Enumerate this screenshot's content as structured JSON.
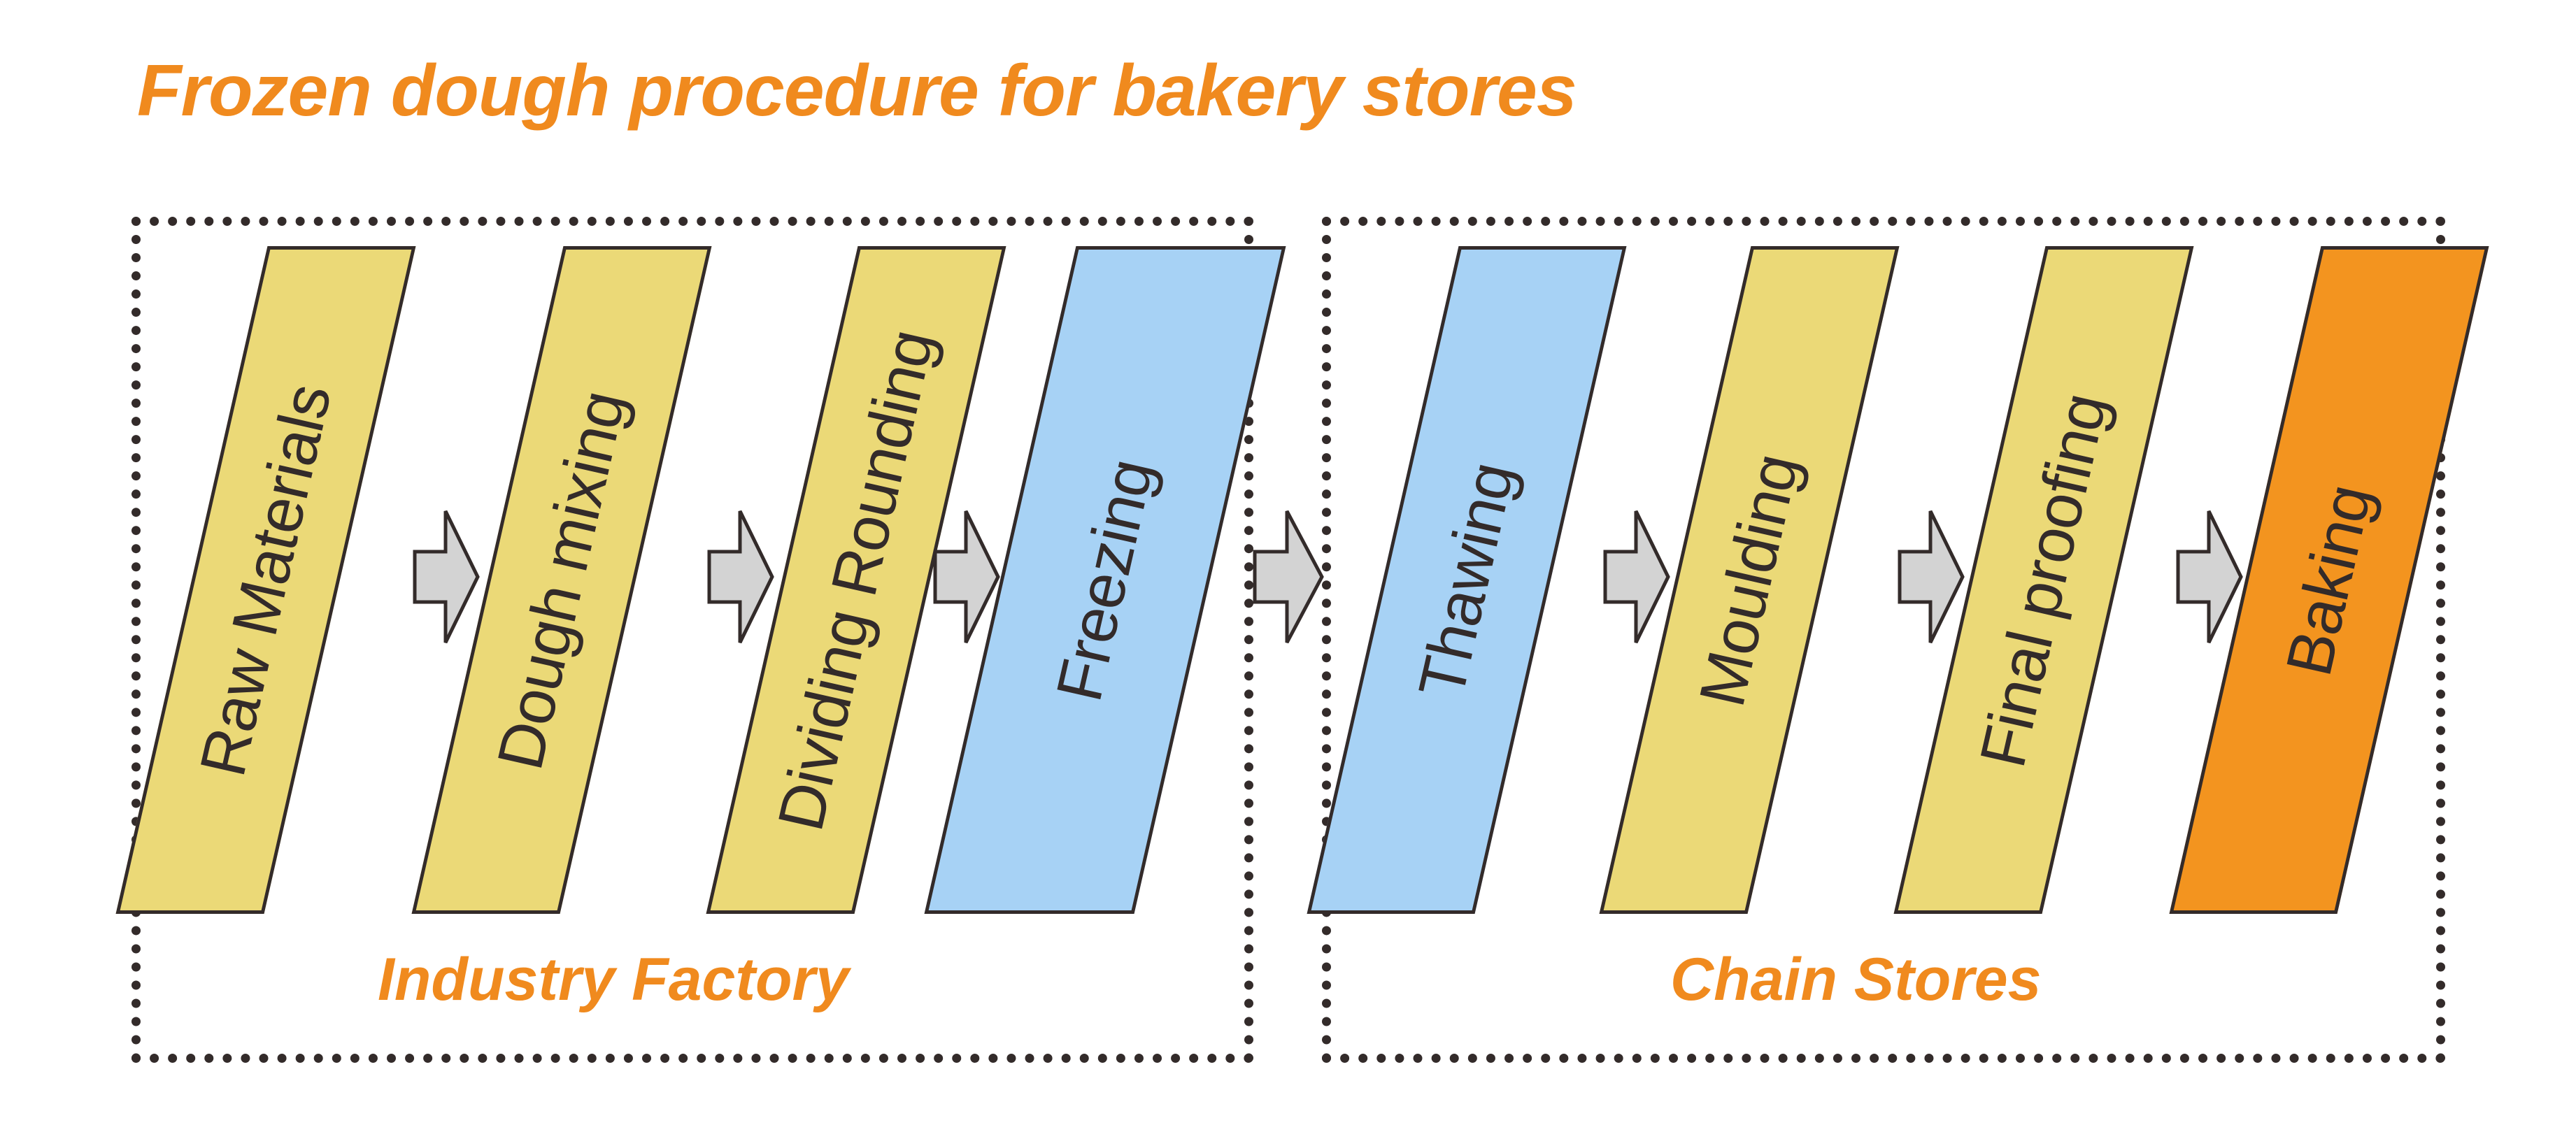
{
  "title": "Frozen dough procedure for bakery stores",
  "colors": {
    "accent_orange": "#F08A1E",
    "step_yellow": "#EBD977",
    "step_blue": "#A7D2F5",
    "step_orange": "#F3941F",
    "outline": "#332B2A",
    "arrow_gray": "#D3D3D3",
    "background": "#FFFFFF"
  },
  "groups": [
    {
      "id": "factory",
      "caption": "Industry Factory",
      "steps": [
        {
          "label": "Raw Materials",
          "color": "#EBD977"
        },
        {
          "label": "Dough mixing",
          "color": "#EBD977"
        },
        {
          "label": "Dividing Rounding",
          "color": "#EBD977"
        },
        {
          "label": "Freezing",
          "color": "#A7D2F5"
        }
      ]
    },
    {
      "id": "stores",
      "caption": "Chain Stores",
      "steps": [
        {
          "label": "Thawing",
          "color": "#A7D2F5"
        },
        {
          "label": "Moulding",
          "color": "#EBD977"
        },
        {
          "label": "Final proofing",
          "color": "#EBD977"
        },
        {
          "label": "Baking",
          "color": "#F3941F"
        }
      ]
    }
  ],
  "arrows": {
    "icon": "right-block-arrow",
    "count": 7,
    "between_groups_icon": "right-block-arrow"
  }
}
